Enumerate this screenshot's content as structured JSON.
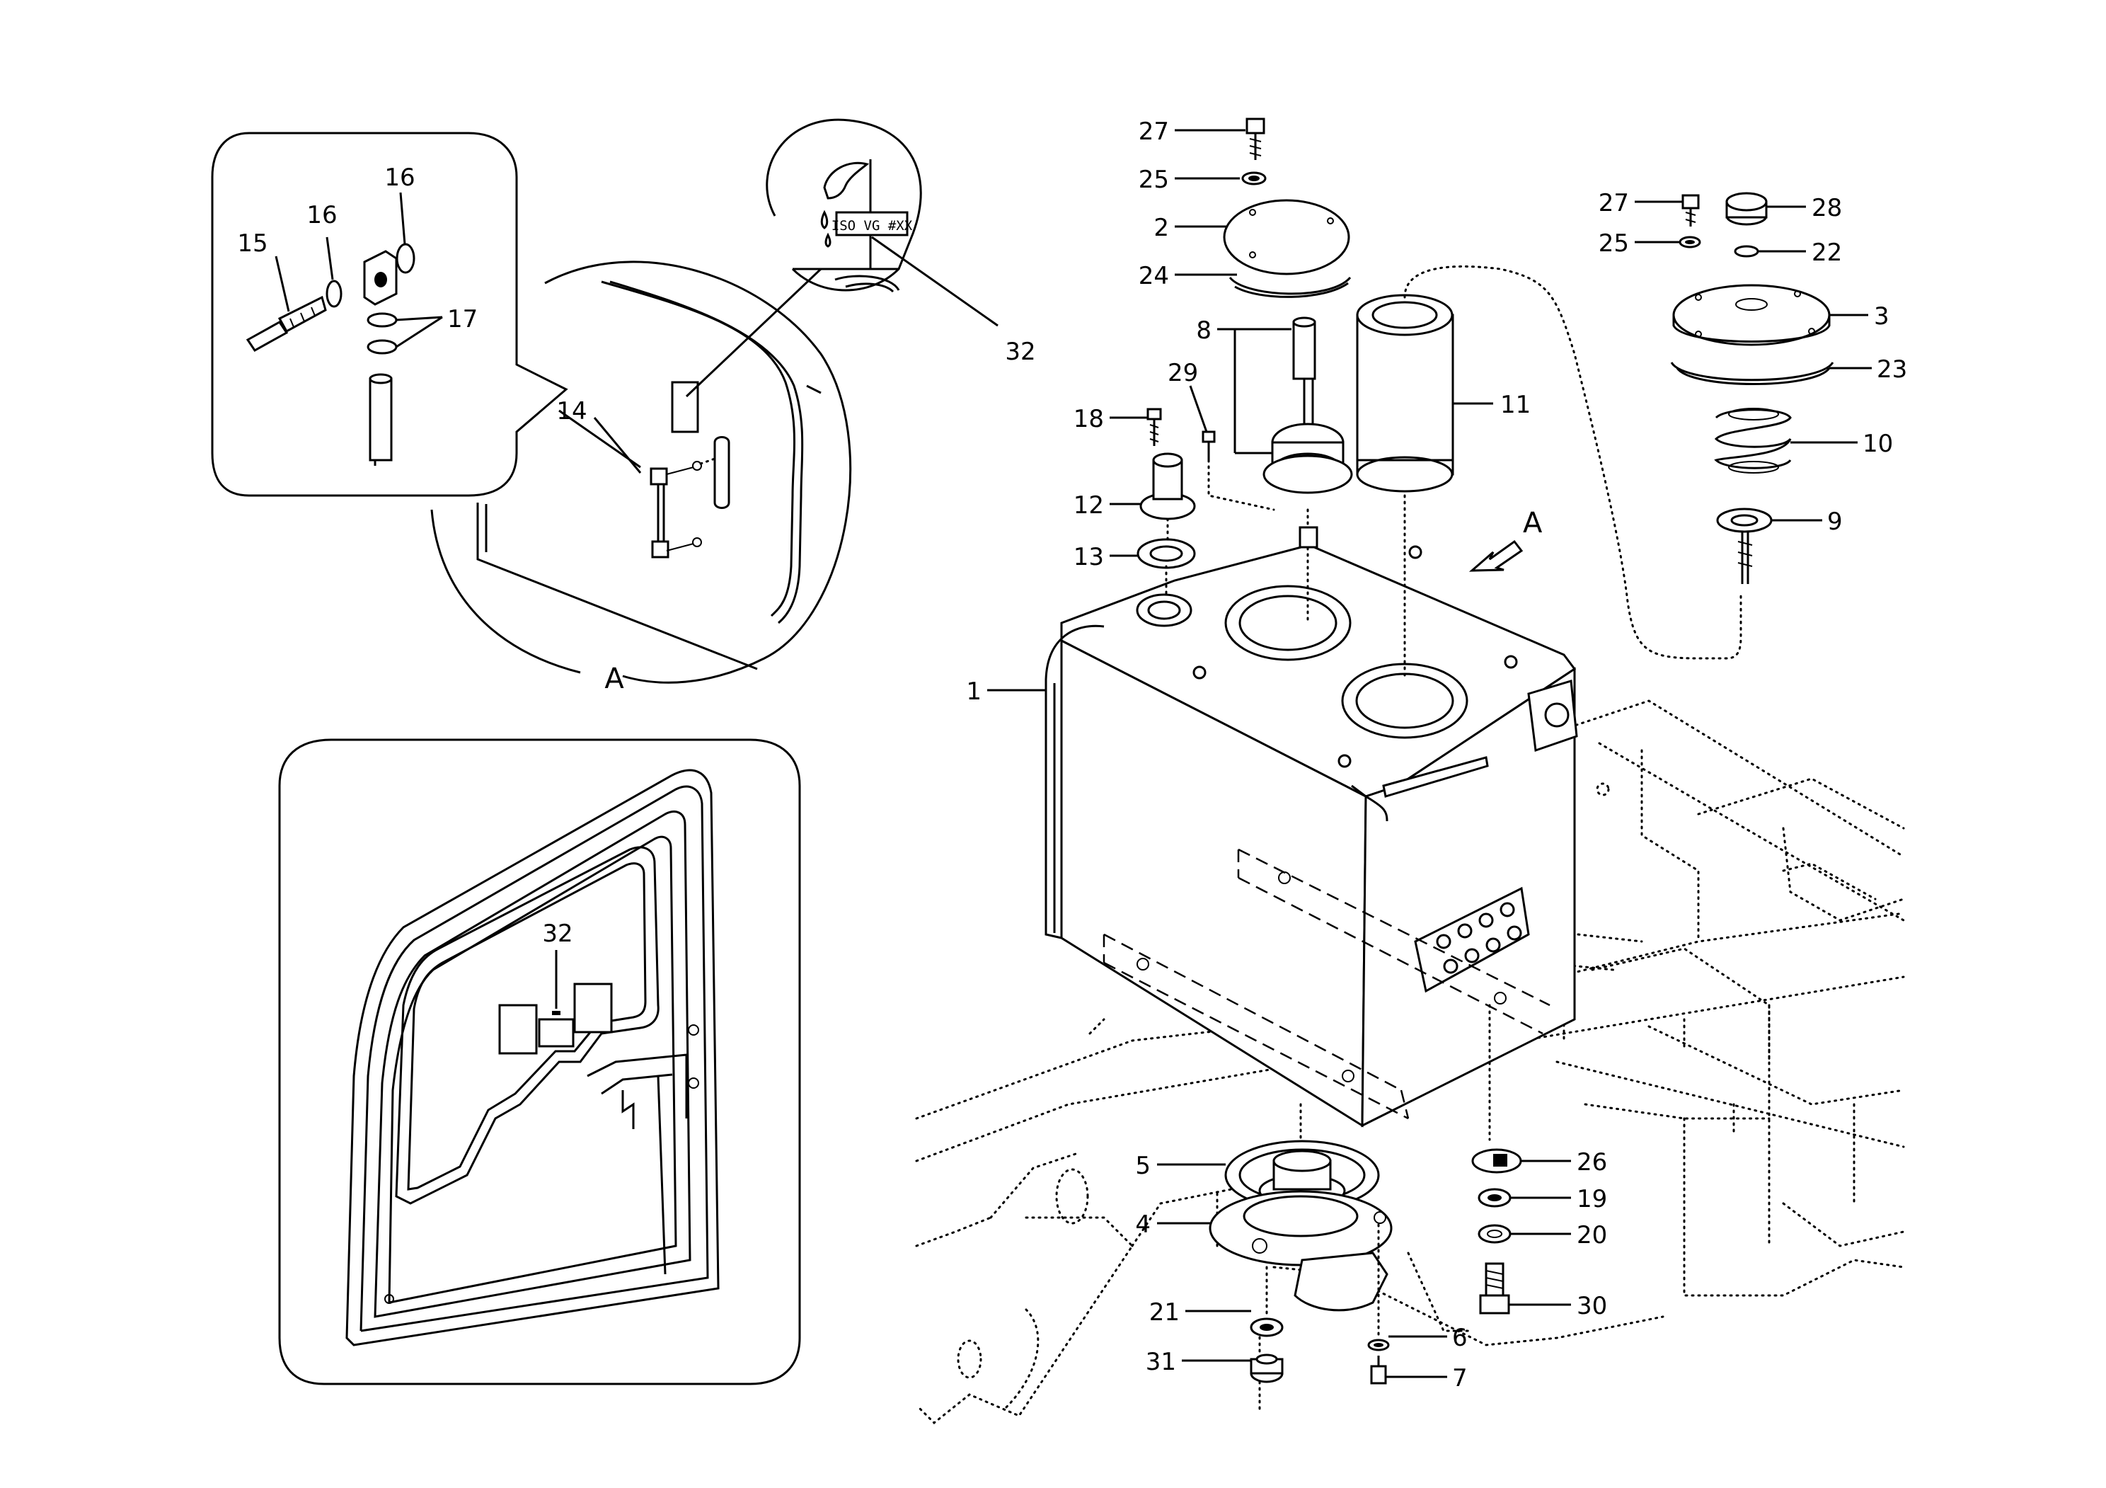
{
  "colors": {
    "line": "#000000",
    "background": "#ffffff"
  },
  "callouts": [
    {
      "id": "c27a",
      "text": "27"
    },
    {
      "id": "c25a",
      "text": "25"
    },
    {
      "id": "c2",
      "text": "2"
    },
    {
      "id": "c24",
      "text": "24"
    },
    {
      "id": "c8",
      "text": "8"
    },
    {
      "id": "c29",
      "text": "29"
    },
    {
      "id": "c18",
      "text": "18"
    },
    {
      "id": "c12",
      "text": "12"
    },
    {
      "id": "c13",
      "text": "13"
    },
    {
      "id": "c1",
      "text": "1"
    },
    {
      "id": "c11",
      "text": "11"
    },
    {
      "id": "c27b",
      "text": "27"
    },
    {
      "id": "c28",
      "text": "28"
    },
    {
      "id": "c25b",
      "text": "25"
    },
    {
      "id": "c22",
      "text": "22"
    },
    {
      "id": "c3",
      "text": "3"
    },
    {
      "id": "c23",
      "text": "23"
    },
    {
      "id": "c10",
      "text": "10"
    },
    {
      "id": "c9",
      "text": "9"
    },
    {
      "id": "c5",
      "text": "5"
    },
    {
      "id": "c4",
      "text": "4"
    },
    {
      "id": "c21",
      "text": "21"
    },
    {
      "id": "c31",
      "text": "31"
    },
    {
      "id": "c6",
      "text": "6"
    },
    {
      "id": "c7",
      "text": "7"
    },
    {
      "id": "c26",
      "text": "26"
    },
    {
      "id": "c19",
      "text": "19"
    },
    {
      "id": "c20",
      "text": "20"
    },
    {
      "id": "c30",
      "text": "30"
    },
    {
      "id": "c15",
      "text": "15"
    },
    {
      "id": "c16a",
      "text": "16"
    },
    {
      "id": "c16b",
      "text": "16"
    },
    {
      "id": "c17",
      "text": "17"
    },
    {
      "id": "c14",
      "text": "14"
    },
    {
      "id": "c32a",
      "text": "32"
    },
    {
      "id": "c32b",
      "text": "32"
    },
    {
      "id": "viewA_arrow",
      "text": "A"
    },
    {
      "id": "viewA_detail",
      "text": "A"
    }
  ],
  "decal_text": "ISO VG #XX"
}
